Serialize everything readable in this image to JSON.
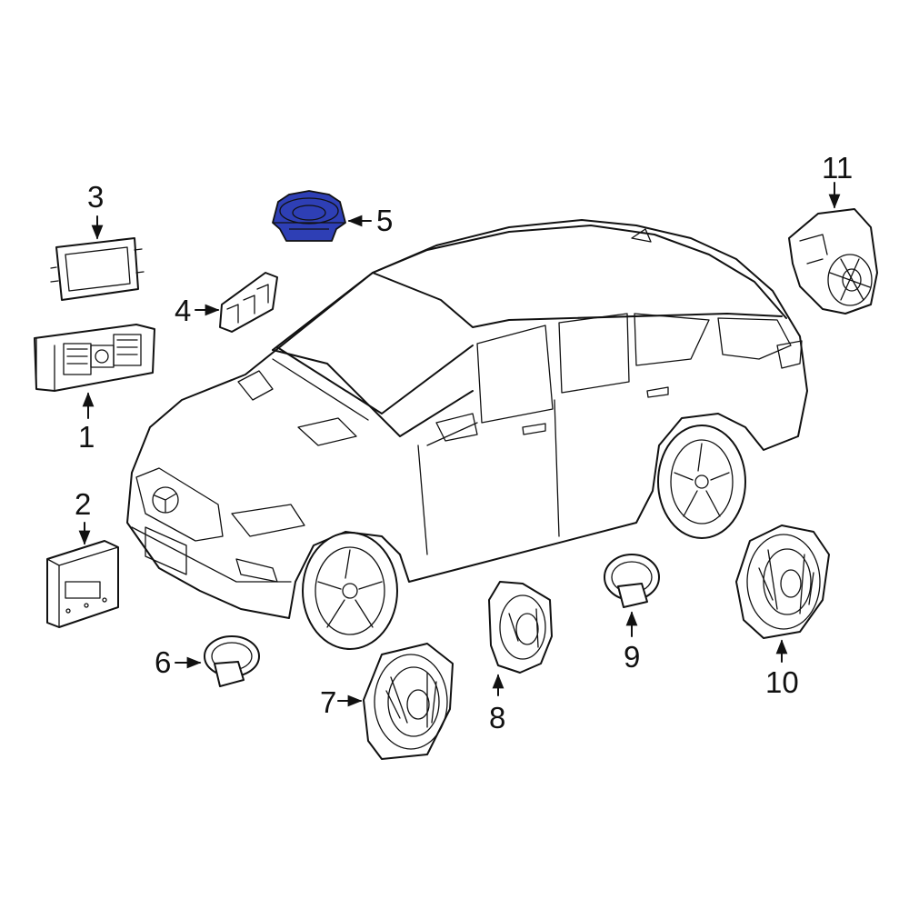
{
  "colors": {
    "highlight": "#2e3fb5",
    "line": "#111111",
    "background": "#ffffff"
  },
  "highlighted_part": "5",
  "labels": {
    "p1": "1",
    "p2": "2",
    "p3": "3",
    "p4": "4",
    "p5": "5",
    "p6": "6",
    "p7": "7",
    "p8": "8",
    "p9": "9",
    "p10": "10",
    "p11": "11"
  }
}
